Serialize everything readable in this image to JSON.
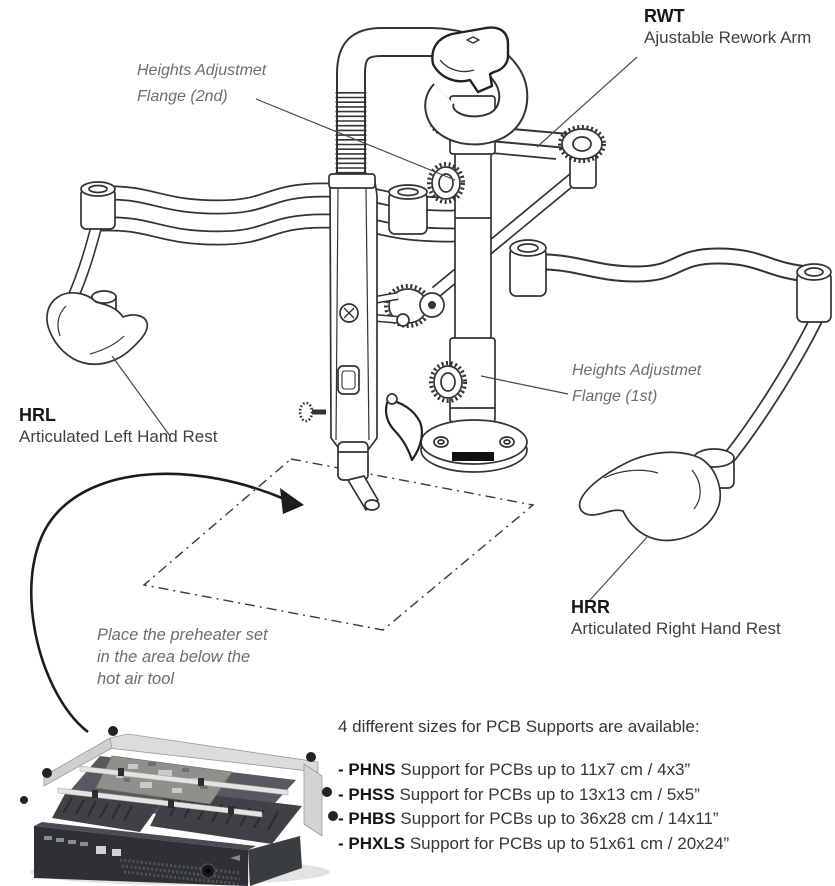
{
  "callouts": {
    "rwt": {
      "code": "RWT",
      "desc": "Ajustable Rework Arm"
    },
    "hrl": {
      "code": "HRL",
      "desc": "Articulated Left Hand Rest"
    },
    "hrr": {
      "code": "HRR",
      "desc": "Articulated Right Hand Rest"
    },
    "flange_2nd": {
      "line1": "Heights Adjustmet",
      "line2": "Flange (2nd)"
    },
    "flange_1st": {
      "line1": "Heights Adjustmet",
      "line2": "Flange (1st)"
    },
    "placement_note": {
      "line1": "Place the preheater set",
      "line2": "in the area below the",
      "line3": "hot air tool"
    }
  },
  "pcb_supports": {
    "heading": "4 different sizes for PCB Supports are available:",
    "bullet": "-",
    "items": [
      {
        "code": "PHNS",
        "desc": "Support for PCBs up to 11x7 cm / 4x3”"
      },
      {
        "code": "PHSS",
        "desc": "Support for PCBs up to 13x13 cm / 5x5”"
      },
      {
        "code": "PHBS",
        "desc": "Support for PCBs up to 36x28 cm / 14x11”"
      },
      {
        "code": "PHXLS",
        "desc": "Support for PCBs up to 51x61 cm / 20x24”"
      }
    ]
  },
  "colors": {
    "line_art": "#333333",
    "leader_line": "#4a4a4a",
    "arrow": "#1c1c1c",
    "text": "#404144",
    "muted_italic": "#6d6e71",
    "bold_text": "#161616"
  }
}
